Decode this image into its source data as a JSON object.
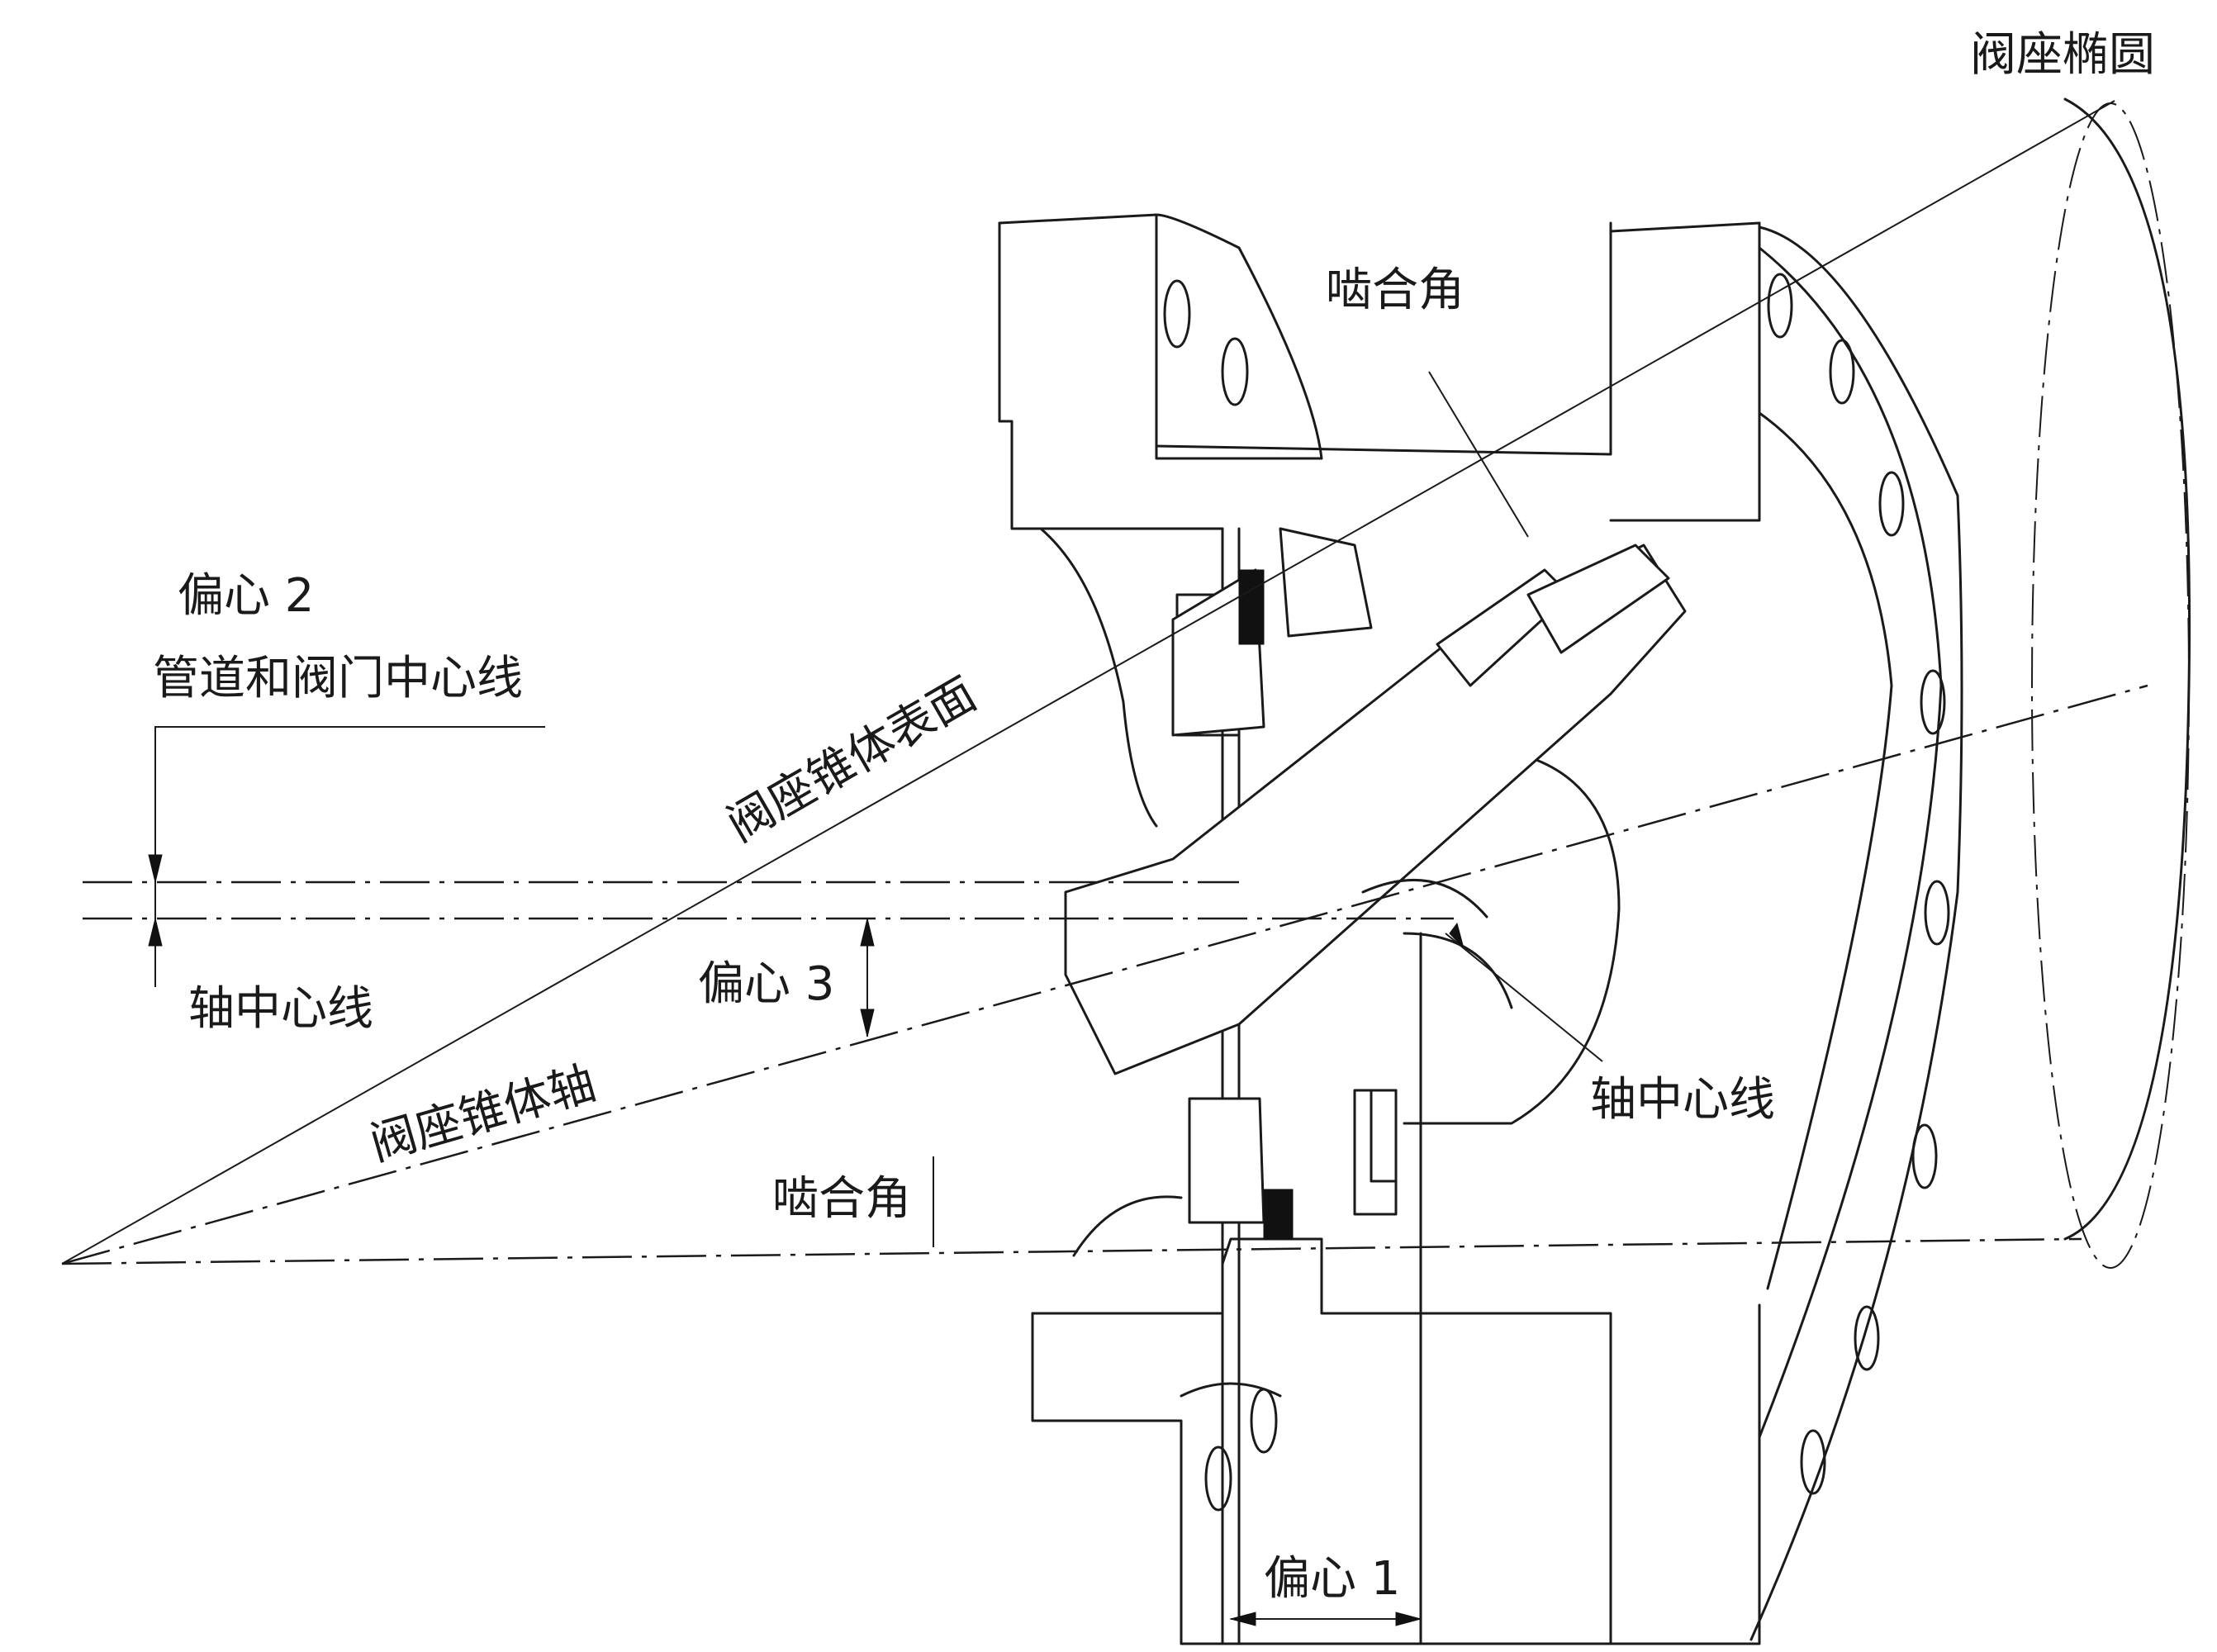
{
  "labels": {
    "seat_ellipse": "阀座椭圆",
    "mesh_angle_top": "啮合角",
    "offset_2": "偏心 2",
    "pipe_valve_centerline": "管道和阀门中心线",
    "seat_cone_surface": "阀座锥体表面",
    "shaft_centerline_left": "轴中心线",
    "offset_3": "偏心 3",
    "seat_cone_axis": "阀座锥体轴",
    "shaft_centerline_right": "轴中心线",
    "mesh_angle_bottom": "啮合角",
    "offset_1": "偏心 1"
  },
  "colors": {
    "line": "#1a1a1a",
    "fill": "#ffffff",
    "seal": "#111111"
  }
}
